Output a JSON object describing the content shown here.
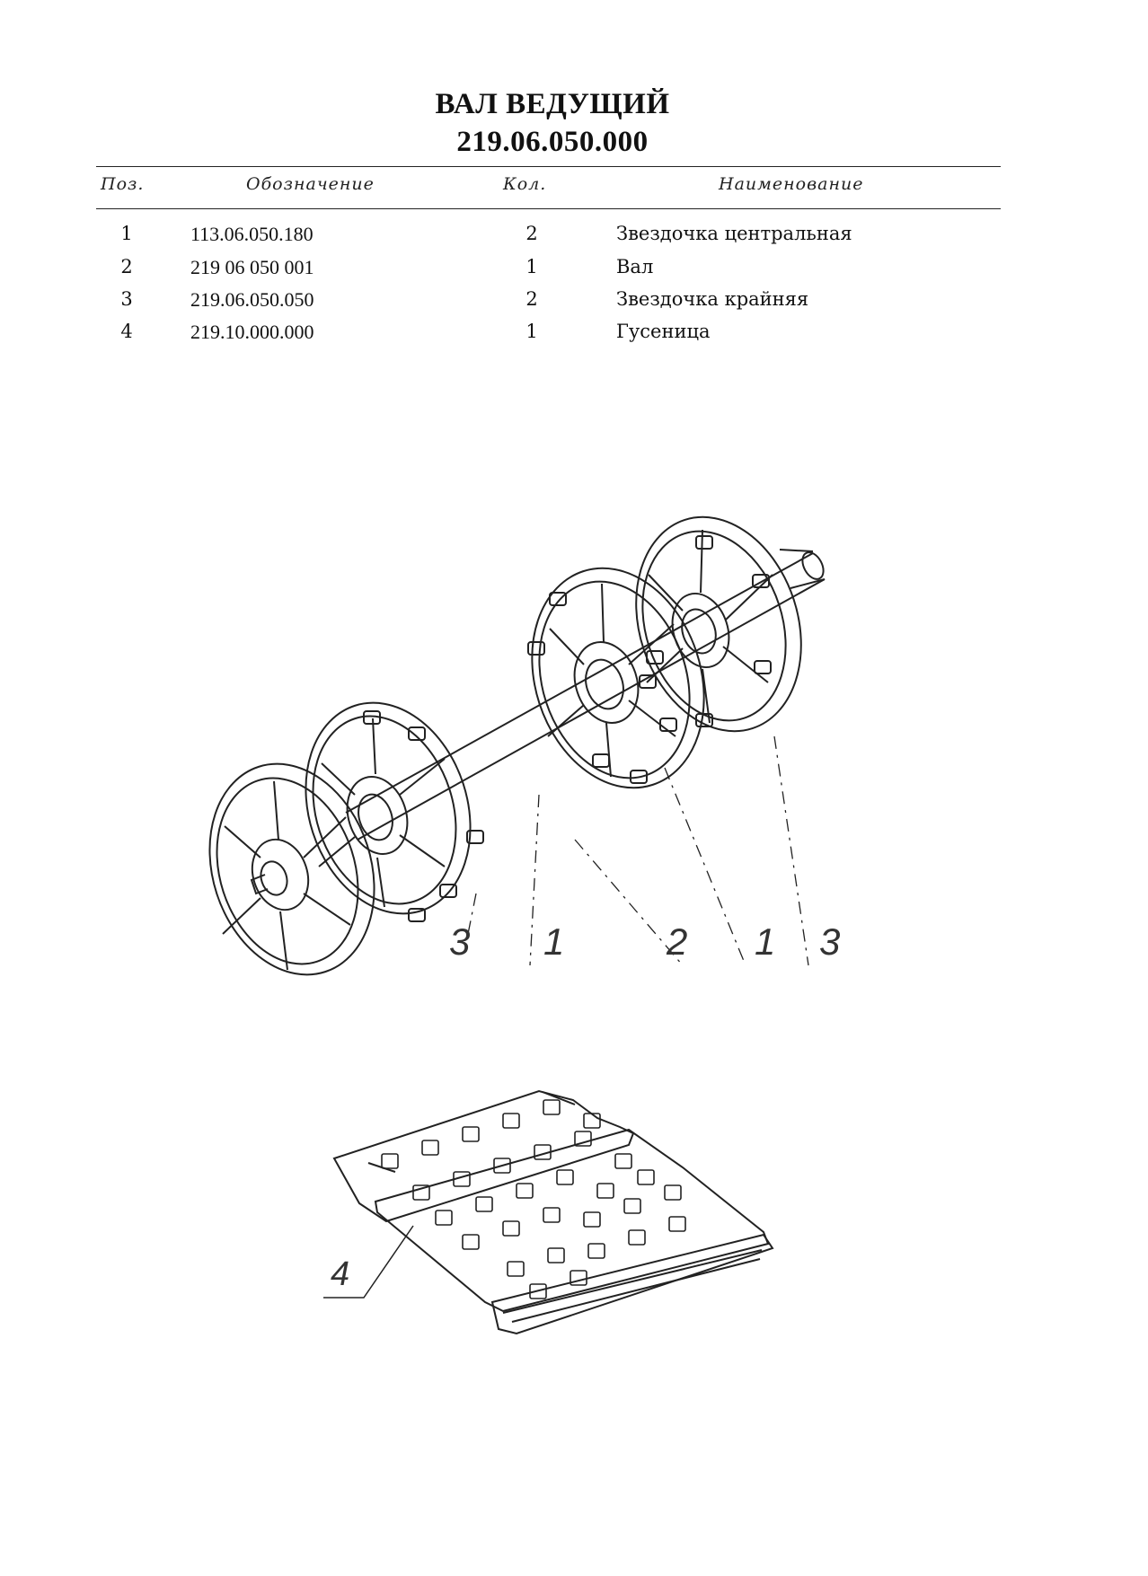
{
  "title": {
    "line1": "ВАЛ ВЕДУЩИЙ",
    "line2": "219.06.050.000"
  },
  "table": {
    "headers": {
      "pos": "Поз.",
      "code": "Обозначение",
      "qty": "Кол.",
      "name": "Наименование"
    },
    "rows": [
      {
        "pos": "1",
        "code": "113.06.050.180",
        "qty": "2",
        "name": "Звездочка центральная"
      },
      {
        "pos": "2",
        "code": "219 06 050 001",
        "qty": "1",
        "name": "Вал"
      },
      {
        "pos": "3",
        "code": "219.06.050.050",
        "qty": "2",
        "name": "Звездочка крайняя"
      },
      {
        "pos": "4",
        "code": "219.10.000.000",
        "qty": "1",
        "name": "Гусеница"
      }
    ]
  },
  "figure_shaft": {
    "callouts": [
      "3",
      "1",
      "2",
      "1",
      "3"
    ]
  },
  "figure_track": {
    "callouts": [
      "4"
    ]
  }
}
